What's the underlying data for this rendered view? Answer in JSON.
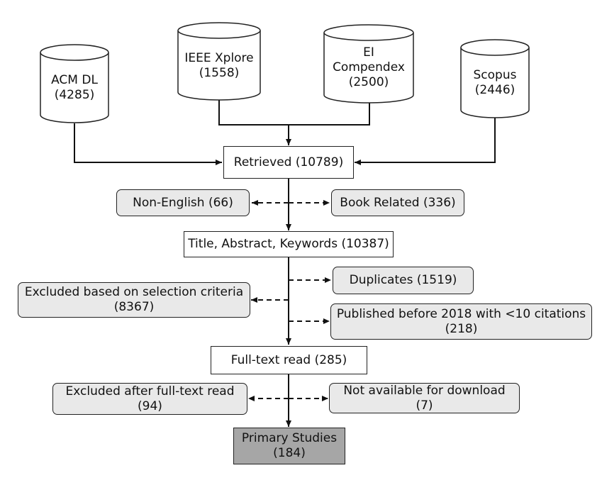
{
  "sources": [
    {
      "id": "acm",
      "label": "ACM DL\n(4285)"
    },
    {
      "id": "ieee",
      "label": "IEEE Xplore\n(1558)"
    },
    {
      "id": "ei",
      "label": "EI\nCompendex\n(2500)"
    },
    {
      "id": "scopus",
      "label": "Scopus\n(2446)"
    }
  ],
  "stages": {
    "retrieved": "Retrieved (10789)",
    "title_abstract": "Title, Abstract, Keywords (10387)",
    "full_text": "Full-text read (285)",
    "primary": "Primary Studies\n(184)"
  },
  "exclusions": {
    "non_english": "Non-English (66)",
    "book_related": "Book Related (336)",
    "duplicates": "Duplicates (1519)",
    "selection_criteria": "Excluded based on selection criteria\n(8367)",
    "published_before": "Published before 2018 with <10 citations\n(218)",
    "after_full_text": "Excluded after full-text read\n(94)",
    "not_available": "Not available for download\n(7)"
  },
  "colors": {
    "stage_fill": "#ffffff",
    "exclusion_fill": "#e9e9e9",
    "primary_fill": "#a6a6a6",
    "stroke": "#222222"
  }
}
